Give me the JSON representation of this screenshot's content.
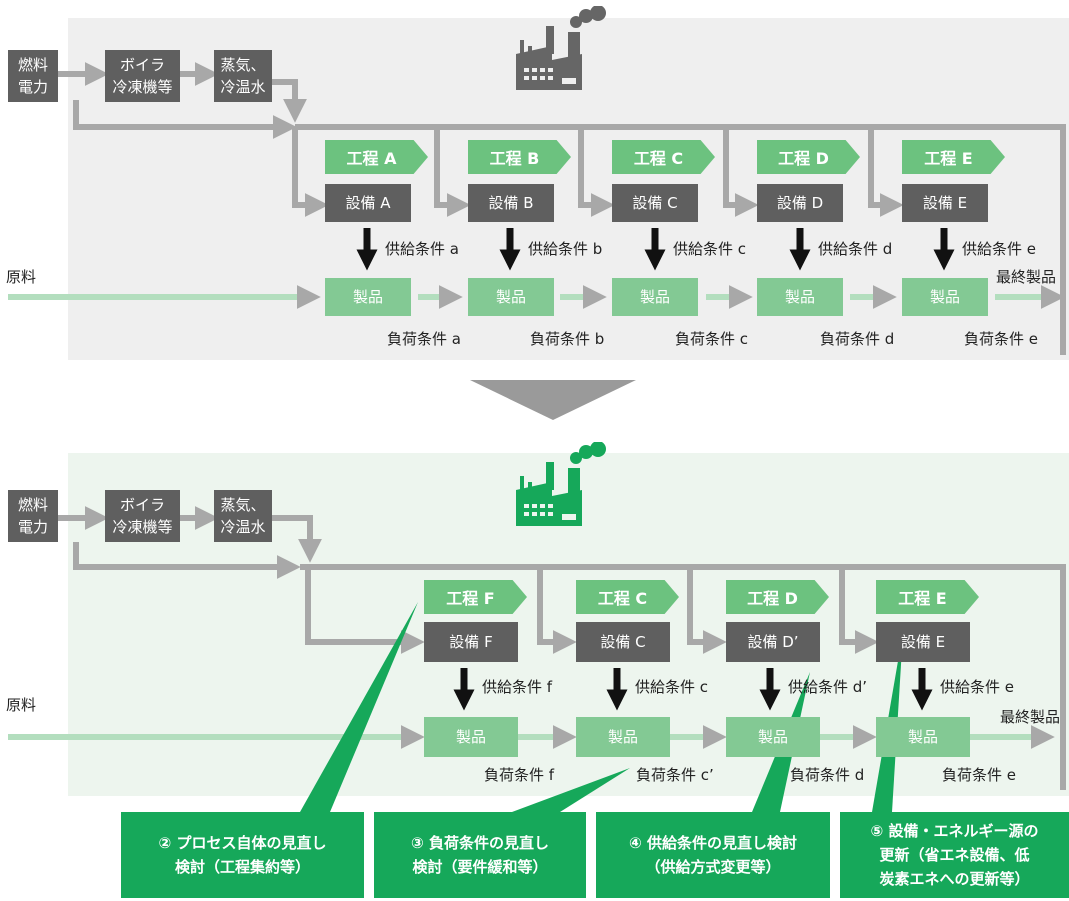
{
  "colors": {
    "top_panel_bg": "#efefef",
    "bottom_panel_bg": "#edf5ee",
    "dark_box": "#5f5f5f",
    "process_green": "#6cc27f",
    "product_green": "#83c994",
    "callout_green": "#16a85a",
    "flow_gray": "#a8a8a8"
  },
  "icons": {
    "top_factory": "factory-icon-gray",
    "bottom_factory": "factory-icon-green",
    "transition": "down-triangle-arrow"
  },
  "top": {
    "fuel": [
      "燃料",
      "電力"
    ],
    "boiler": [
      "ボイラ",
      "冷凍機等"
    ],
    "steam": [
      "蒸気、",
      "冷温水"
    ],
    "processes": [
      "工程 A",
      "工程 B",
      "工程 C",
      "工程 D",
      "工程 E"
    ],
    "equipment": [
      "設備 A",
      "設備 B",
      "設備 C",
      "設備 D",
      "設備 E"
    ],
    "supply": [
      "供給条件 a",
      "供給条件 b",
      "供給条件 c",
      "供給条件 d",
      "供給条件 e"
    ],
    "products": [
      "製品",
      "製品",
      "製品",
      "製品",
      "製品"
    ],
    "load": [
      "負荷条件 a",
      "負荷条件 b",
      "負荷条件 c",
      "負荷条件 d",
      "負荷条件 e"
    ],
    "raw": "原料",
    "final": "最終製品"
  },
  "bottom": {
    "fuel": [
      "燃料",
      "電力"
    ],
    "boiler": [
      "ボイラ",
      "冷凍機等"
    ],
    "steam": [
      "蒸気、",
      "冷温水"
    ],
    "processes": [
      "工程 F",
      "工程 C",
      "工程 D",
      "工程 E"
    ],
    "equipment": [
      "設備 F",
      "設備 C",
      "設備 D’",
      "設備 E"
    ],
    "supply": [
      "供給条件 f",
      "供給条件 c",
      "供給条件 d’",
      "供給条件 e"
    ],
    "products": [
      "製品",
      "製品",
      "製品",
      "製品"
    ],
    "load": [
      "負荷条件 f",
      "負荷条件 c’",
      "負荷条件 d",
      "負荷条件 e"
    ],
    "raw": "原料",
    "final": "最終製品"
  },
  "callouts": [
    [
      "② プロセス自体の見直し",
      "検討（工程集約等）"
    ],
    [
      "③ 負荷条件の見直し",
      "検討（要件緩和等）"
    ],
    [
      "④ 供給条件の見直し検討",
      "（供給方式変更等）"
    ],
    [
      "⑤ 設備・エネルギー源の",
      "更新（省エネ設備、低",
      "炭素エネへの更新等）"
    ]
  ]
}
